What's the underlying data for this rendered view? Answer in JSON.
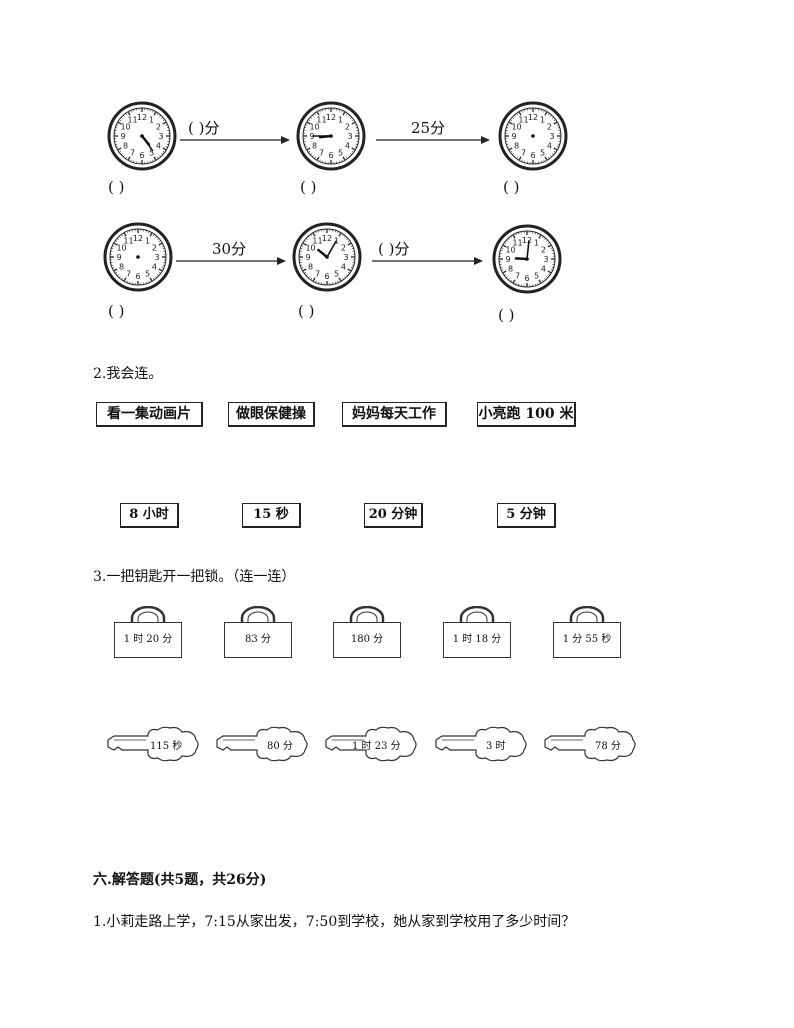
{
  "clock_rows": [
    {
      "clocks": [
        {
          "hour": 4.7,
          "minute": 24,
          "answer_blank": "(        )"
        },
        {
          "hour": 8.8,
          "minute": 45,
          "answer_blank": "(        )"
        },
        {
          "hour": null,
          "minute": null,
          "answer_blank": "(        )"
        }
      ],
      "arrows": [
        {
          "label": "(        )分"
        },
        {
          "label": "25分"
        }
      ]
    },
    {
      "clocks": [
        {
          "hour": null,
          "minute": null,
          "answer_blank": "(        )"
        },
        {
          "hour": 10.3,
          "minute": 5,
          "answer_blank": "(        )"
        },
        {
          "hour": 9.1,
          "minute": 1,
          "answer_blank": "(        )"
        }
      ],
      "arrows": [
        {
          "label": "30分"
        },
        {
          "label": "(        )分"
        }
      ]
    }
  ],
  "q2": {
    "title": "2.我会连。",
    "activities": [
      "看一集动画片",
      "做眼保健操",
      "妈妈每天工作",
      "小亮跑 100 米"
    ],
    "times": [
      "8 小时",
      "15 秒",
      "20 分钟",
      "5 分钟"
    ]
  },
  "q3": {
    "title": "3.一把钥匙开一把锁。（连一连）",
    "locks": [
      "1 时 20 分",
      "83 分",
      "180 分",
      "1 时 18 分",
      "1 分 55 秒"
    ],
    "keys": [
      "115 秒",
      "80 分",
      "1 时 23 分",
      "3 时",
      "78 分"
    ]
  },
  "section6": {
    "title": "六.解答题(共5题，共26分)",
    "problem1": "1.小莉走路上学，7:15从家出发，7:50到学校，她从家到学校用了多少时间？"
  }
}
